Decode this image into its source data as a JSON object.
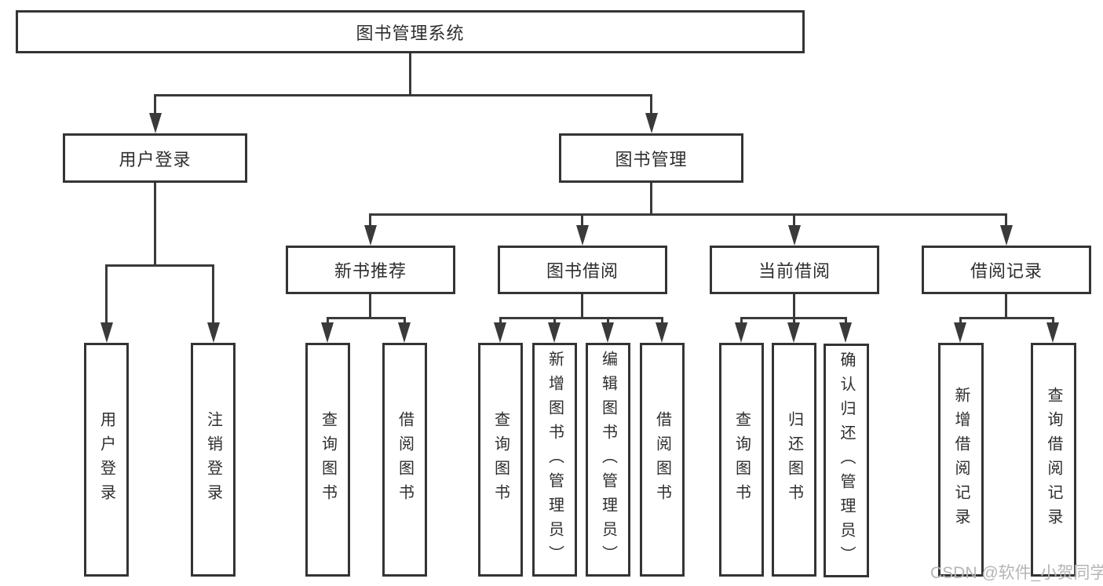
{
  "diagram": {
    "root": {
      "label": "图书管理系统"
    },
    "branches": [
      {
        "label": "用户登录",
        "children": [
          {
            "label": "用户登录"
          },
          {
            "label": "注销登录"
          }
        ]
      },
      {
        "label": "图书管理",
        "children": [
          {
            "label": "新书推荐",
            "children": [
              {
                "label": "查询图书"
              },
              {
                "label": "借阅图书"
              }
            ]
          },
          {
            "label": "图书借阅",
            "children": [
              {
                "label": "查询图书"
              },
              {
                "label": "新增图书（管理员）"
              },
              {
                "label": "编辑图书（管理员）"
              },
              {
                "label": "借阅图书"
              }
            ]
          },
          {
            "label": "当前借阅",
            "children": [
              {
                "label": "查询图书"
              },
              {
                "label": "归还图书"
              },
              {
                "label": "确认归还（管理员）"
              }
            ]
          },
          {
            "label": "借阅记录",
            "children": [
              {
                "label": "新增借阅记录"
              },
              {
                "label": "查询借阅记录"
              }
            ]
          }
        ]
      }
    ],
    "watermark": "CSDN @软件_小贺同学",
    "colors": {
      "line": "#3a3a3a",
      "box_border": "#343434",
      "box_fill": "#ffffff",
      "text": "#2e2e2e",
      "watermark": "#b5b5b9",
      "background": "#ffffff"
    }
  }
}
